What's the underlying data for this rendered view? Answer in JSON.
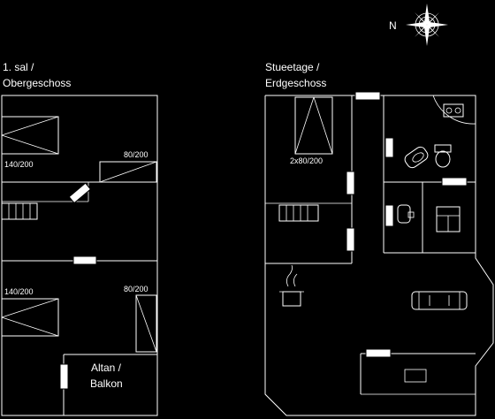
{
  "compass": {
    "north_label": "N"
  },
  "upper_floor": {
    "title_line1": "1. sal /",
    "title_line2": "Obergeschoss",
    "bed_top_left": "140/200",
    "bed_top_right": "80/200",
    "bed_bottom_left": "140/200",
    "bed_bottom_right": "80/200",
    "balcony_line1": "Altan /",
    "balcony_line2": "Balkon"
  },
  "ground_floor": {
    "title_line1": "Stueetage /",
    "title_line2": "Erdgeschoss",
    "bed_label": "2x80/200"
  },
  "icons": [
    "compass-icon",
    "staircase-icon",
    "double-bed-icon",
    "single-bed-icon",
    "bathtub-icon",
    "toilet-icon",
    "shower-icon",
    "washing-machine-icon",
    "cooking-pot-icon",
    "sofa-icon",
    "sink-icon"
  ]
}
